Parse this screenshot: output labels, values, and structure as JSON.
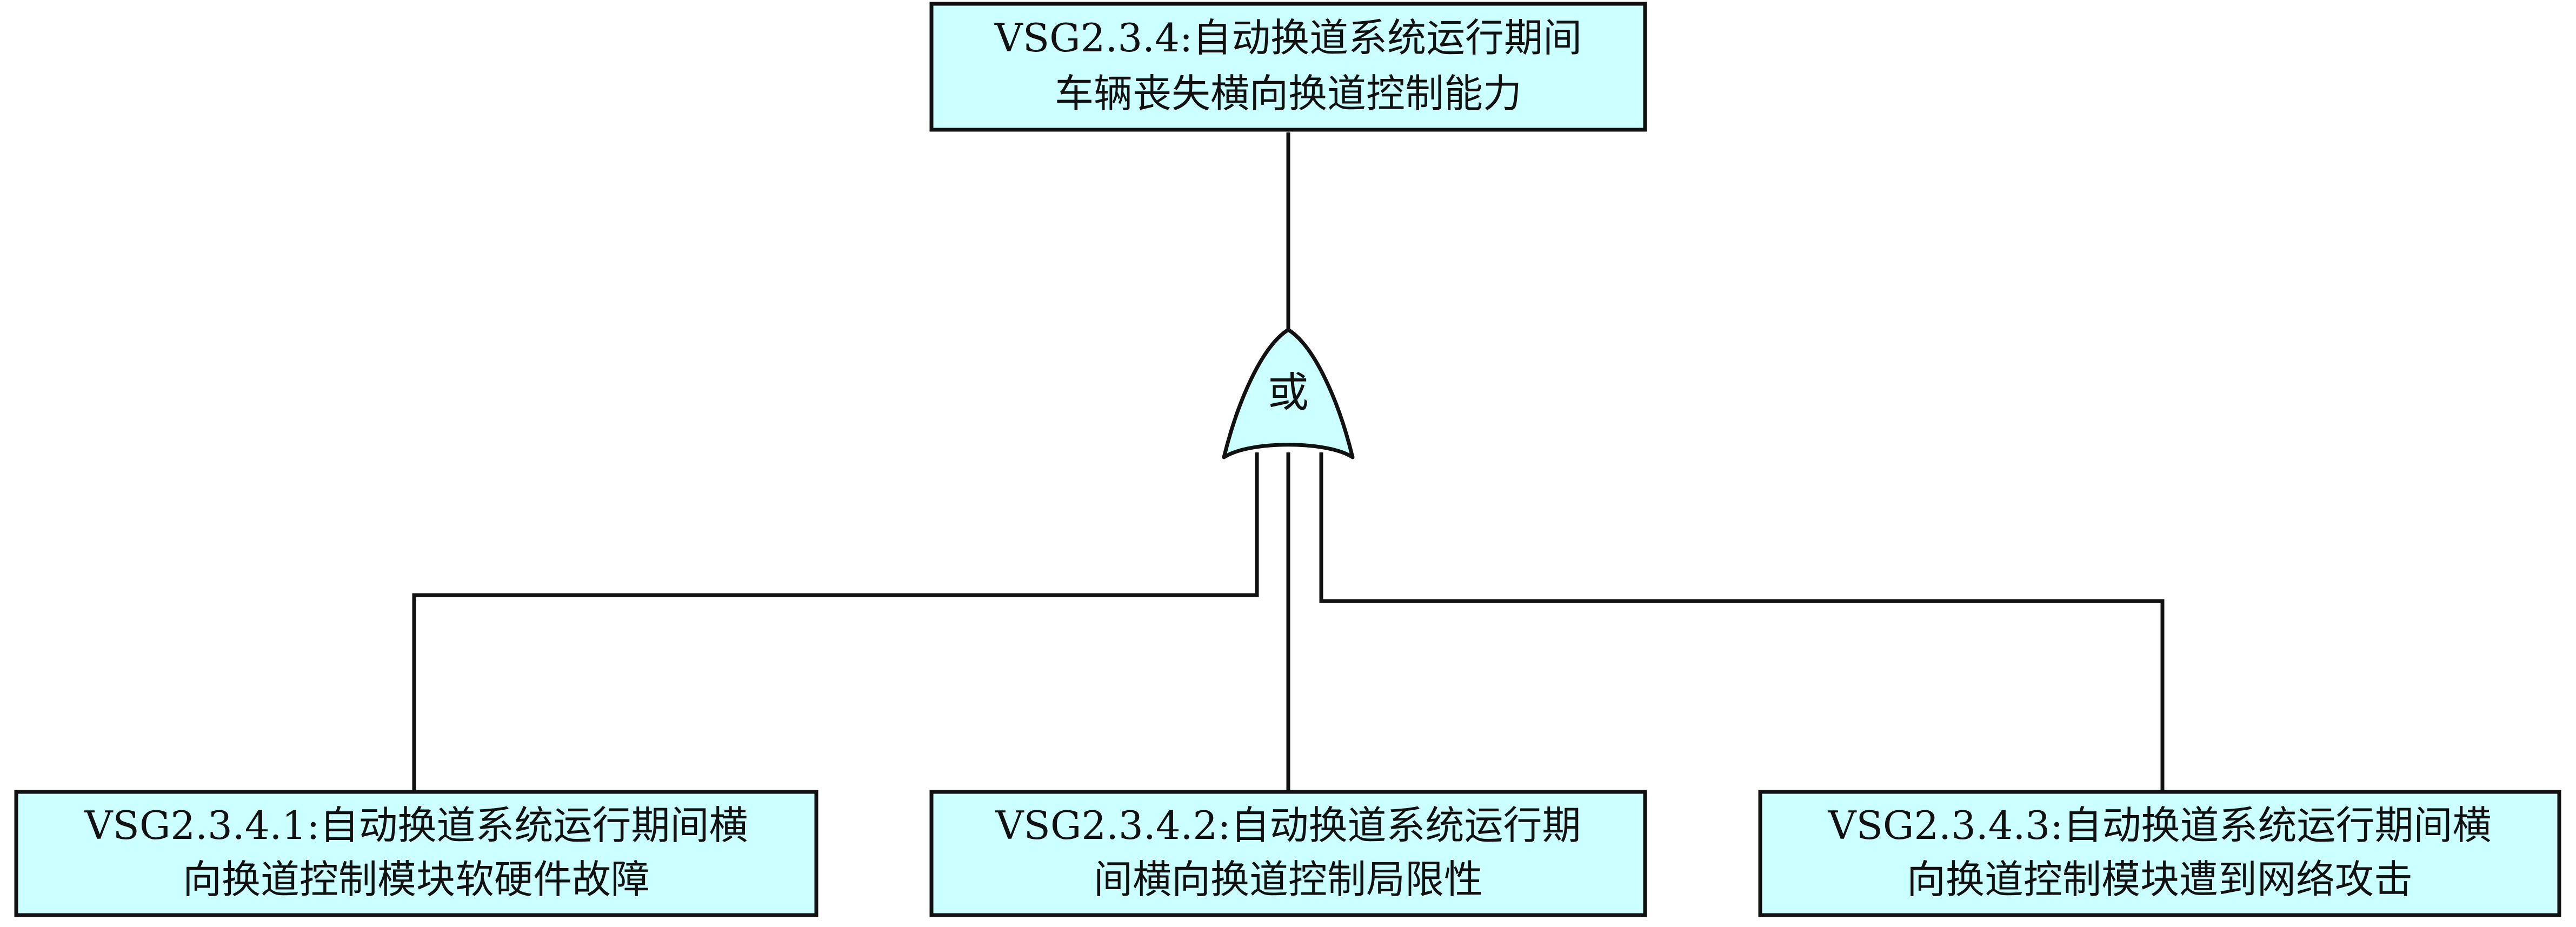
{
  "colors": {
    "box_fill": "#ccffff",
    "stroke": "#111111",
    "text": "#111111",
    "background": "#ffffff"
  },
  "diagram": {
    "top_event": {
      "line1": "VSG2.3.4:自动换道系统运行期间",
      "line2": "车辆丧失横向换道控制能力"
    },
    "gate": {
      "label": "或"
    },
    "children": [
      {
        "line1": "VSG2.3.4.1:自动换道系统运行期间横",
        "line2": "向换道控制模块软硬件故障"
      },
      {
        "line1": "VSG2.3.4.2:自动换道系统运行期",
        "line2": "间横向换道控制局限性"
      },
      {
        "line1": "VSG2.3.4.3:自动换道系统运行期间横",
        "line2": "向换道控制模块遭到网络攻击"
      }
    ]
  }
}
